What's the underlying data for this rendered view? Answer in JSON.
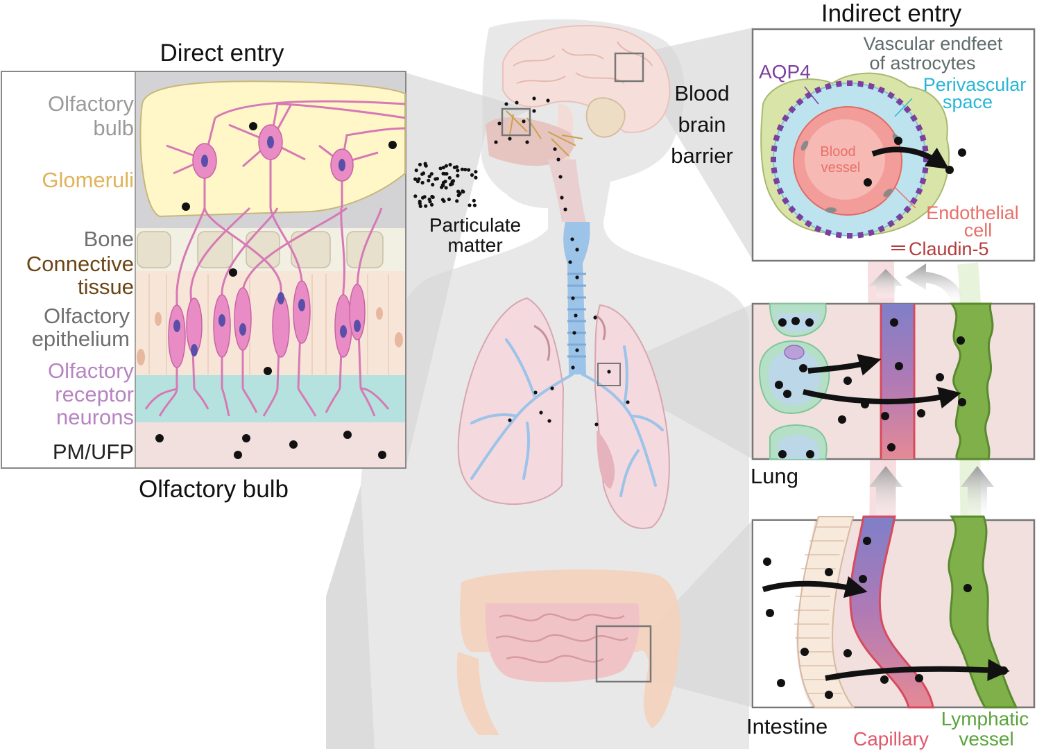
{
  "titles": {
    "direct_entry": "Direct entry",
    "indirect_entry": "Indirect entry",
    "olfactory_bulb": "Olfactory bulb"
  },
  "direct_panel": {
    "labels": [
      {
        "text": "Olfactory",
        "color": "#9a9a9a"
      },
      {
        "text": "bulb",
        "color": "#9a9a9a"
      },
      {
        "text": "Glomeruli",
        "color": "#e0b35a"
      },
      {
        "text": "Bone",
        "color": "#6e6e6e"
      },
      {
        "text": "Connective",
        "color": "#6b4514"
      },
      {
        "text": "tissue",
        "color": "#6b4514"
      },
      {
        "text": "Olfactory",
        "color": "#6e6e6e"
      },
      {
        "text": "epithelium",
        "color": "#6e6e6e"
      },
      {
        "text": "Olfactory",
        "color": "#b784c2"
      },
      {
        "text": "receptor",
        "color": "#b784c2"
      },
      {
        "text": "neurons",
        "color": "#b784c2"
      },
      {
        "text": "PM/UFP",
        "color": "#222222"
      }
    ]
  },
  "body_labels": {
    "particulate_1": "Particulate",
    "particulate_2": "matter",
    "bbb_1": "Blood",
    "bbb_2": "brain",
    "bbb_3": "barrier"
  },
  "bbb_panel": {
    "aqp4": "AQP4",
    "vascular_1": "Vascular endfeet",
    "vascular_2": "of astrocytes",
    "perivascular_1": "Perivascular",
    "perivascular_2": "space",
    "blood_1": "Blood",
    "blood_2": "vessel",
    "endothelial_1": "Endothelial",
    "endothelial_2": "cell",
    "claudin": "Claudin-5"
  },
  "lung_panel": {
    "label": "Lung"
  },
  "intestine_panel": {
    "label": "Intestine",
    "capillary": "Capillary",
    "lymphatic_1": "Lymphatic",
    "lymphatic_2": "vessel"
  },
  "colors": {
    "aqp4": "#7b3fa0",
    "vascular": "#5f6b6b",
    "perivascular": "#29b6d6",
    "endothelial": "#e8706a",
    "claudin": "#b43c3c",
    "capillary": "#e0596b",
    "lymphatic": "#5aa43c",
    "neuron": "#e08ac0",
    "lung": "#f4d9df",
    "trachea": "#9cc3e8"
  }
}
